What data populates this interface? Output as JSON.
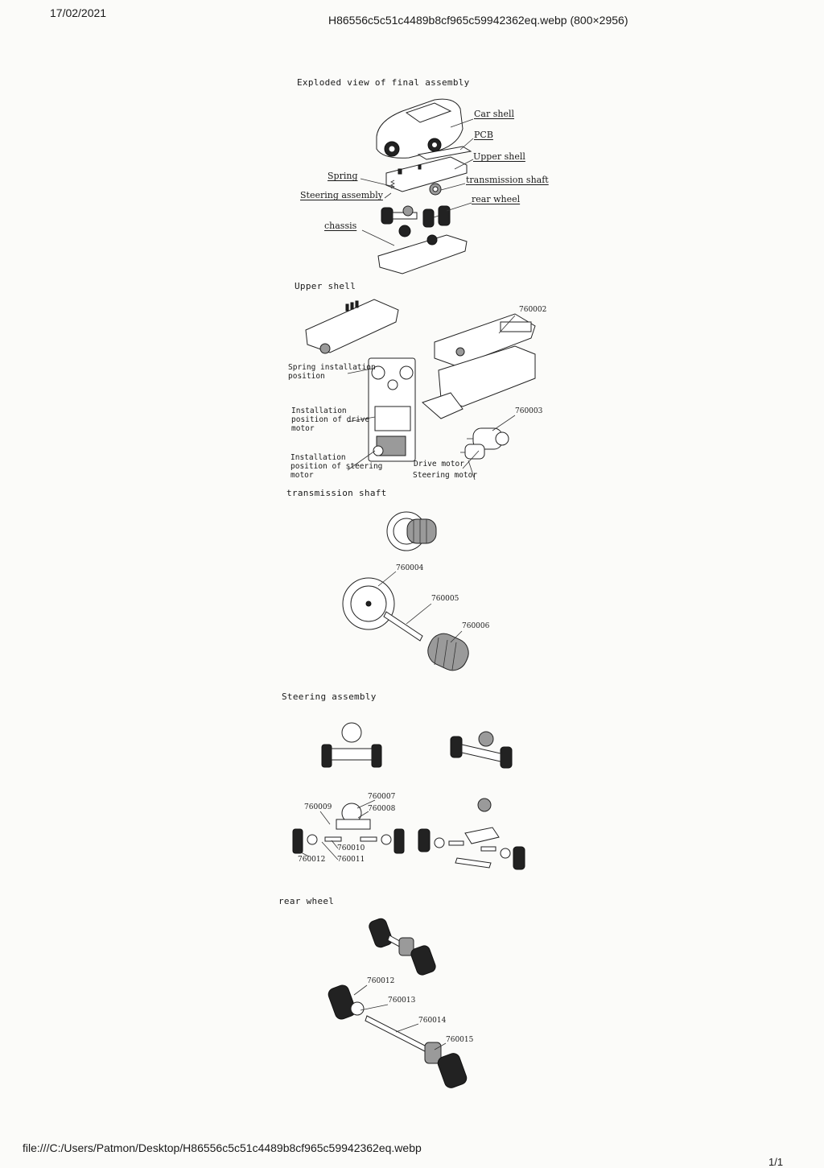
{
  "header": {
    "date": "17/02/2021",
    "title": "H86556c5c51c4489b8cf965c59942362eq.webp (800×2956)"
  },
  "footer": {
    "path": "file:///C:/Users/Patmon/Desktop/H86556c5c51c4489b8cf965c59942362eq.webp",
    "page": "1/1"
  },
  "sections": {
    "final_assembly": {
      "title": "Exploded view of final assembly",
      "labels": {
        "car_shell": "Car shell",
        "pcb": "PCB",
        "upper_shell": "Upper shell",
        "spring": "Spring",
        "transmission_shaft": "transmission shaft",
        "steering_assembly": "Steering assembly",
        "rear_wheel": "rear wheel",
        "chassis": "chassis"
      }
    },
    "upper_shell": {
      "title": "Upper shell",
      "part_a": "760002",
      "part_b": "760003",
      "notes": {
        "spring_pos_1": "Spring installation",
        "spring_pos_2": "position",
        "drive_pos_1": "Installation",
        "drive_pos_2": "position of drive",
        "drive_pos_3": "motor",
        "steer_pos_1": "Installation",
        "steer_pos_2": "position of steering",
        "steer_pos_3": "motor"
      },
      "drive_motor": "Drive motor",
      "steering_motor": "Steering motor"
    },
    "transmission_shaft": {
      "title": "transmission shaft",
      "parts": [
        "760004",
        "760005",
        "760006"
      ]
    },
    "steering_assembly": {
      "title": "Steering assembly",
      "parts": {
        "p7": "760007",
        "p8": "760008",
        "p9": "760009",
        "p10": "760010",
        "p11": "760011",
        "p12": "760012"
      }
    },
    "rear_wheel": {
      "title": "rear wheel",
      "parts": [
        "760012",
        "760013",
        "760014",
        "760015"
      ]
    }
  }
}
